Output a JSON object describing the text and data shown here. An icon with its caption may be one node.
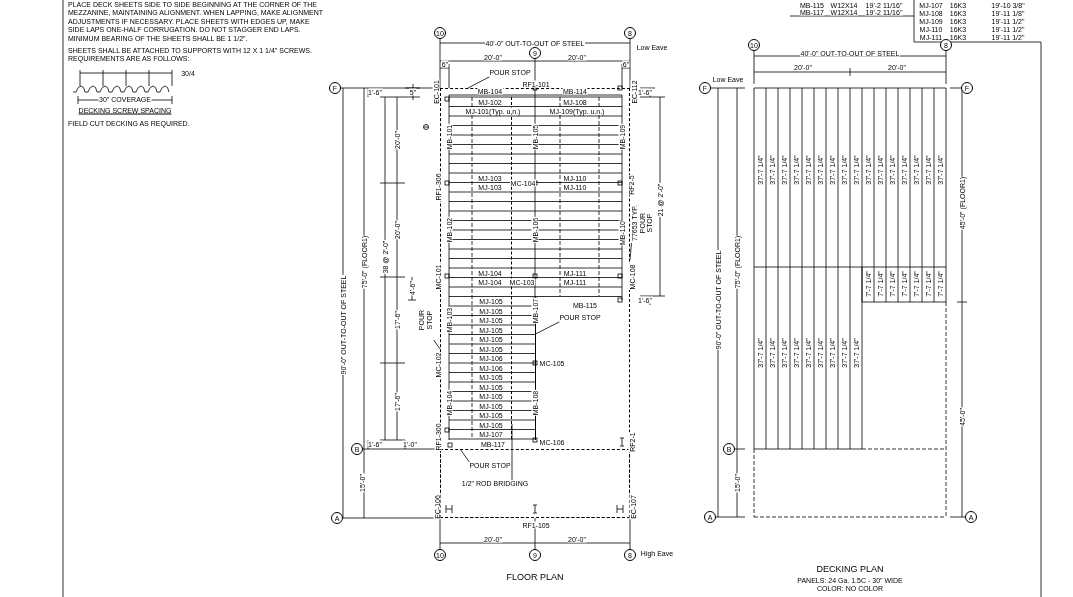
{
  "diagram": {
    "nodes": [
      {
        "text": [
          "10"
        ]
      },
      {
        "text": [
          "9"
        ]
      },
      {
        "text": [
          "8"
        ]
      },
      {
        "text": [
          "F"
        ]
      },
      {
        "text": [
          "B"
        ]
      },
      {
        "text": [
          "A"
        ]
      },
      {
        "text": [
          "10"
        ]
      },
      {
        "text": [
          "9"
        ]
      },
      {
        "text": [
          "8"
        ]
      },
      {
        "text": [
          "10"
        ]
      },
      {
        "text": [
          "8"
        ]
      },
      {
        "text": [
          "F"
        ]
      },
      {
        "text": [
          "F"
        ]
      },
      {
        "text": [
          "B"
        ]
      },
      {
        "text": [
          "A"
        ]
      },
      {
        "text": [
          "A"
        ]
      },
      {
        "text": [
          "POUR STOP"
        ]
      },
      {
        "text": [
          "77653 TYP. POUR STOP"
        ]
      },
      {
        "text": [],
        "shape": "box"
      },
      {
        "text": [],
        "shape": "box",
        "in": 18
      },
      {
        "text": [],
        "shape": "bar",
        "in": 18
      },
      {
        "text": [],
        "shape": "line",
        "in": 18
      },
      {
        "text": [
          "POUR STOP"
        ],
        "in": 18
      },
      {
        "text": [
          "POUR STOP"
        ]
      },
      {
        "text": [
          "POUR STOP"
        ],
        "in": 19
      },
      {
        "text": [
          "1/2\" ROD BRIDGING"
        ],
        "in": 19
      }
    ],
    "edges": [
      {
        "from": 16,
        "to": 18,
        "arrow": "none"
      },
      {
        "from": 17,
        "to": 18,
        "arrow": "none"
      },
      {
        "from": 22,
        "to": 20,
        "arrow": "none"
      },
      {
        "from": 23,
        "to": 18,
        "arrow": "none"
      },
      {
        "from": 24,
        "to": 19,
        "arrow": "none"
      },
      {
        "from": 25,
        "to": 21,
        "arrow": "none"
      }
    ],
    "labels": [
      "PLACE DECK SHEETS SIDE TO SIDE BEGINNING AT THE CORNER OF THE MEZZANINE, MAINTAINING ALIGNMENT. WHEN LAPPING, MAKE ALIGNMENT ADJUSTMENTS IF NECESSARY. PLACE SHEETS WITH EDGES UP, MAKE SIDE LAPS ONE-HALF CORRUGATION. DO NOT STAGGER END LAPS. MINIMUM BEARING OF THE SHEETS SHALL BE 1 1/2\".",
      "SHEETS SHALL BE ATTACHED TO SUPPORTS WITH 12 X 1 1/4\" SCREWS. REQUIREMENTS ARE AS FOLLOWS:",
      "30/4",
      "30\" COVERAGE",
      "DECKING SCREW SPACING",
      "FIELD CUT DECKING AS REQUIRED.",
      "MB-115",
      "W12X14",
      "19'-2 11/16\"",
      "MB-117",
      "W12X14",
      "19'-2 11/16\"",
      "MJ-107",
      "16K3",
      "19'-10 3/8\"",
      "MJ-108",
      "16K3",
      "19'-11 1/8\"",
      "MJ-109",
      "16K3",
      "19'-11 1/2\"",
      "MJ-110",
      "16K3",
      "19'-11 1/2\"",
      "MJ-111",
      "16K3",
      "19'-11 1/2\"",
      "40'-0\" OUT-TO-OUT OF STEEL",
      "20'-0\"",
      "20'-0\"",
      "Low Eave",
      "6\"",
      "6\"",
      "RF1-101",
      "MB-104",
      "MB-114",
      "EC-101",
      "EC-112",
      "1'-6\"",
      "5\"",
      "1'-6\"",
      "MJ-102",
      "MJ-108",
      "MJ-101(Typ. u.n.)",
      "MJ-109(Typ. u.n.)",
      "20'-0\"",
      "MB-101",
      "MB-105",
      "MB-109",
      "MJ-103",
      "MJ-110",
      "RF1-306",
      "MC-104",
      "RF2-5",
      "MJ-103",
      "MJ-110",
      "20'-0\"",
      "21 @ 2'-0\"",
      "MB-102",
      "MB-106",
      "MB-110",
      "38 @ 2'-0\"",
      "75'-0\" (FLOOR1)",
      "MJ-104",
      "MJ-111",
      "MC-101",
      "MC-103",
      "MC-108",
      "MJ-104",
      "MJ-111",
      "4'-6\"",
      "1'-6\"",
      "MB-115",
      "90'-0\" OUT-TO-OUT OF STEEL",
      "17'-6\"",
      "MB-103",
      "MB-107",
      "MJ-105",
      "MJ-105",
      "MJ-105",
      "MJ-105",
      "MJ-105",
      "MJ-105",
      "MJ-106",
      "MJ-106",
      "MJ-105",
      "MJ-105",
      "MJ-105",
      "MJ-105",
      "MJ-105",
      "MJ-105",
      "MJ-107",
      "MC-105",
      "MC-102",
      "17'-6\"",
      "MB-104",
      "MB-108",
      "RF1-300",
      "MC-106",
      "RF2-1",
      "1'-6\"",
      "1'-0\"",
      "MB-117",
      "15'-0\"",
      "EC-106",
      "EC-107",
      "RF1-105",
      "20'-0\"",
      "20'-0\"",
      "High Eave",
      "FLOOR PLAN",
      "40'-0\" OUT-TO-OUT OF STEEL",
      "20'-0\"",
      "20'-0\"",
      "Low Eave",
      "37'-7 1/4\"",
      "37'-7 1/4\"",
      "37'-7 1/4\"",
      "37'-7 1/4\"",
      "37'-7 1/4\"",
      "37'-7 1/4\"",
      "37'-7 1/4\"",
      "37'-7 1/4\"",
      "37'-7 1/4\"",
      "37'-7 1/4\"",
      "37'-7 1/4\"",
      "37'-7 1/4\"",
      "37'-7 1/4\"",
      "37'-7 1/4\"",
      "37'-7 1/4\"",
      "37'-7 1/4\"",
      "45'-0\" (FLOOR1)",
      "75'-0\" (FLOOR1)",
      "7'-7 1/4\"",
      "7'-7 1/4\"",
      "7'-7 1/4\"",
      "7'-7 1/4\"",
      "7'-7 1/4\"",
      "7'-7 1/4\"",
      "7'-7 1/4\"",
      "90'-0\" OUT-TO-OUT OF STEEL",
      "37'-7 1/4\"",
      "37'-7 1/4\"",
      "37'-7 1/4\"",
      "37'-7 1/4\"",
      "37'-7 1/4\"",
      "37'-7 1/4\"",
      "37'-7 1/4\"",
      "37'-7 1/4\"",
      "37'-7 1/4\"",
      "45'-0\"",
      "15'-0\"",
      "DECKING PLAN",
      "PANELS: 24 Ga. 1.5C - 30\" WIDE",
      "COLOR: NO COLOR"
    ]
  }
}
